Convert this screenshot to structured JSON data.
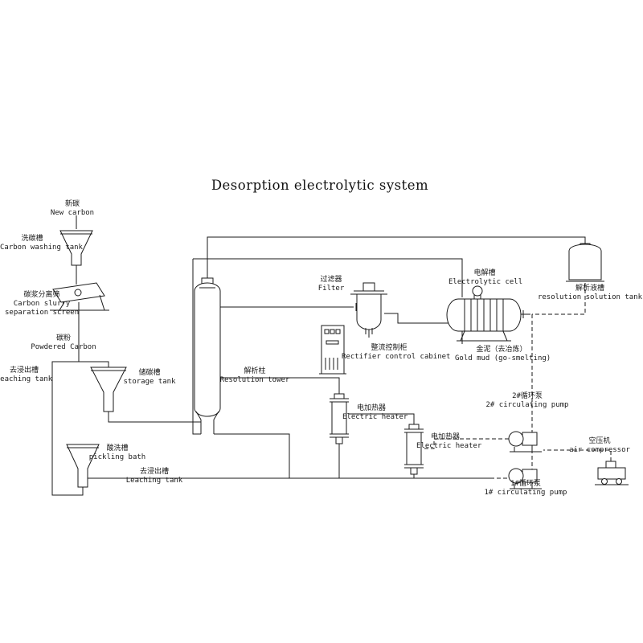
{
  "title": "Desorption electrolytic system",
  "colors": {
    "line": "#1a1a1a",
    "text": "#1a1a1a",
    "background": "#ffffff"
  },
  "labels": {
    "new_carbon": {
      "lines": [
        "新碳",
        "New carbon"
      ]
    },
    "carbon_washing_tank": {
      "lines": [
        "洗碳槽",
        "Carbon washing tank"
      ]
    },
    "carbon_slurry_screen": {
      "lines": [
        "碳浆分离筛",
        "Carbon slurry",
        "separation screen"
      ]
    },
    "powdered_carbon": {
      "lines": [
        "碳粉",
        "Powdered Carbon"
      ]
    },
    "leaching_tank_left": {
      "lines": [
        "去浸出槽",
        "Leaching tank"
      ]
    },
    "storage_tank": {
      "lines": [
        "储碳槽",
        "storage tank"
      ]
    },
    "resolution_tower": {
      "lines": [
        "解析柱",
        "Resolution tower"
      ]
    },
    "filter": {
      "lines": [
        "过滤器",
        "Filter"
      ]
    },
    "rectifier_cabinet": {
      "lines": [
        "整流控制柜",
        "Rectifier control cabinet"
      ]
    },
    "electrolytic_cell": {
      "lines": [
        "电解槽",
        "Electrolytic cell"
      ]
    },
    "gold_mud": {
      "lines": [
        "金泥（去冶炼）",
        "Gold mud (go-smelting)"
      ]
    },
    "resolution_solution_tank": {
      "lines": [
        "解析液槽",
        "resolution solution tank"
      ]
    },
    "electric_heater_upper": {
      "lines": [
        "电加热器",
        "Electric heater"
      ]
    },
    "electric_heater_lower": {
      "lines": [
        "电加热器",
        "Electric heater"
      ]
    },
    "circulating_pump_2": {
      "lines": [
        "2#循环泵",
        "2# circulating pump"
      ]
    },
    "air_compressor": {
      "lines": [
        "空压机",
        "air compressor"
      ]
    },
    "circulating_pump_1": {
      "lines": [
        "1#循环泵",
        "1# circulating pump"
      ]
    },
    "pickling_bath": {
      "lines": [
        "酸洗槽",
        "pickling bath"
      ]
    },
    "leaching_tank_bottom": {
      "lines": [
        "去浸出槽",
        "Leaching tank"
      ]
    }
  }
}
